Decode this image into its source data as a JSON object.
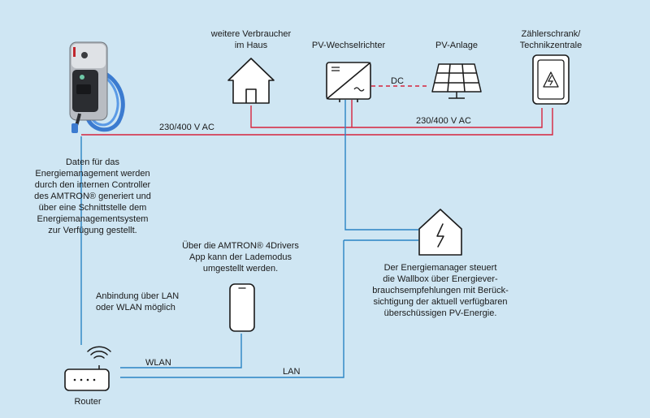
{
  "labels": {
    "consumers": [
      "weitere Verbraucher",
      "im Haus"
    ],
    "inverter": "PV-Wechselrichter",
    "pv_system": "PV-Anlage",
    "meter_cabinet": [
      "Zählerschrank/",
      "Technikzentrale"
    ],
    "dc": "DC",
    "ac_left": "230/400 V AC",
    "ac_right": "230/400 V AC",
    "wlan": "WLAN",
    "lan": "LAN",
    "router": "Router",
    "connection_note": [
      "Anbindung über LAN",
      "oder WLAN möglich"
    ],
    "app_note": [
      "Über die AMTRON® 4Drivers",
      "App kann der Lademodus",
      "umgestellt werden."
    ],
    "controller_note": [
      "Daten für das",
      "Energiemanagement werden",
      "durch den internen Controller",
      "des AMTRON® generiert und",
      "über eine Schnittstelle dem",
      "Energiemanagementsystem",
      "zur Verfügung gestellt."
    ],
    "manager_note": [
      "Der Energiemanager steuert",
      "die Wallbox über Energiever-",
      "brauchsempfehlungen mit Berück-",
      "sichtigung der aktuell verfügbaren",
      "überschüssigen PV-Energie."
    ]
  },
  "icons": {
    "wallbox": "wallbox-icon",
    "house": "house-icon",
    "inverter": "inverter-icon",
    "solar": "solar-panel-icon",
    "meter": "meter-cabinet-icon",
    "energy_manager": "energy-manager-icon",
    "smartphone": "smartphone-icon",
    "router": "router-icon",
    "wifi": "wifi-icon"
  },
  "colors": {
    "background": "#cfe6f3",
    "ac_line": "#d6243d",
    "data_line": "#2a84c4",
    "icon_stroke": "#1a1a1a",
    "icon_fill": "#ffffff"
  }
}
